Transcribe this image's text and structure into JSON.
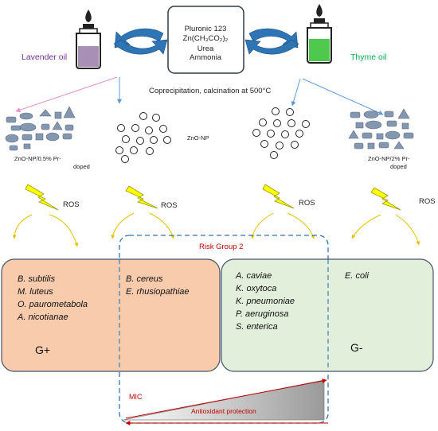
{
  "center_box": {
    "line1": "Pluronic 123",
    "line2": "Zn(CH₃CO₂)₂",
    "line3": "Urea",
    "line4": "Ammonia"
  },
  "left_oil": "Lavender oil",
  "right_oil": "Thyme oil",
  "process": "Coprecipitation, calcination at 500°C",
  "np_labels": {
    "left_doped_1": "ZnO-NP/0.5% Pr-",
    "left_doped_2": "doped",
    "center": "ZnO-NP",
    "right_doped_1": "ZnO-NP/2% Pr-",
    "right_doped_2": "doped"
  },
  "ros_label": "ROS",
  "risk_group": "Risk Group 2",
  "gpos_box": {
    "bacteria": [
      "B. subtilis",
      "M. luteus",
      "O. paurometabola",
      "A. nicotianae"
    ],
    "label": "G+"
  },
  "overlap_box": {
    "bacteria": [
      "B. cereus",
      "E. rhusiopathiae"
    ]
  },
  "gneg_box": {
    "bacteria": [
      "A. caviae",
      "K. oxytoca",
      "K. pneumoniae",
      "P. aeruginosa",
      "S. enterica"
    ],
    "label": "G-"
  },
  "ecoli": "E. coli",
  "mic_label": "MIC",
  "antioxidant_label": "Antioxidant protection",
  "colors": {
    "lavender_oil": "#a78fb5",
    "thyme_oil": "#4ec94e",
    "gpos_fill": "#f8cbad",
    "gneg_fill": "#e2efda",
    "box_stroke": "#44546a",
    "dashed_stroke": "#2e75b6",
    "arrow_blue": "#2e75b6",
    "bolt": "#ffff00",
    "red": "#c00000",
    "particle": "#8497b0"
  }
}
